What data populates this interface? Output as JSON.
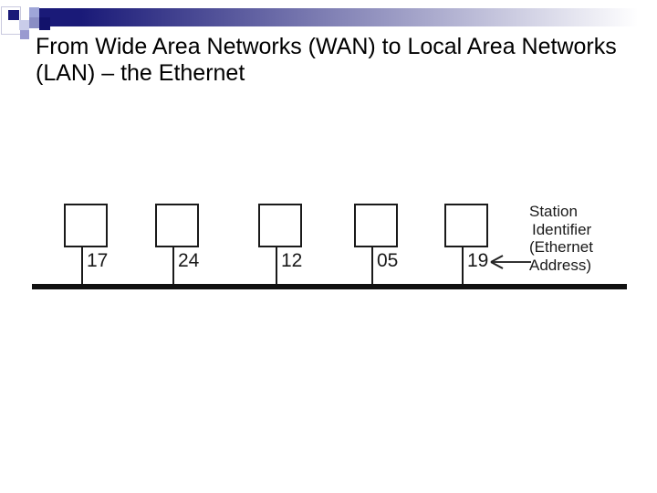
{
  "slide": {
    "title": "From Wide Area Networks (WAN) to Local Area Networks (LAN) – the Ethernet"
  },
  "decor": {
    "accent_navy": "#1a1a78",
    "bar_gradient_start": "#1a1a78",
    "bar_gradient_end": "#ffffff"
  },
  "diagram": {
    "ink_color": "#1a1a1a",
    "stations": [
      {
        "id": "17"
      },
      {
        "id": "24"
      },
      {
        "id": "12"
      },
      {
        "id": "05"
      },
      {
        "id": "19"
      }
    ],
    "annotation": {
      "lines": [
        "Station",
        "Identifier",
        "(Ethernet",
        "Address)"
      ]
    },
    "arrow_icon": "left-arrow"
  }
}
